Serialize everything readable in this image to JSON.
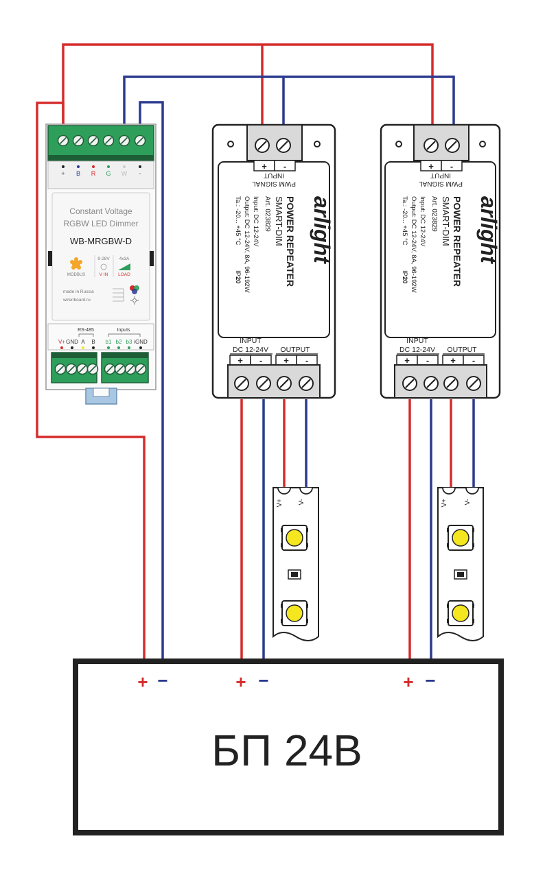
{
  "colors": {
    "positive_wire": "#d52b2b",
    "negative_wire": "#2b3a8f",
    "terminal_green": "#2e9e5b",
    "led_yellow": "#f4e61f",
    "outline": "#222222",
    "terminal_grey": "#d9d9d9"
  },
  "dimmer": {
    "top_terminal_labels": [
      "+",
      "B",
      "R",
      "G",
      "W",
      "-"
    ],
    "title_line1": "Constant Voltage",
    "title_line2": "RGBW LED Dimmer",
    "model": "WB-MRGBW-D",
    "modbus_label": "MODBUS",
    "vin_range": "9-28V",
    "vin_label": "V IN",
    "load_rating": "4x3A",
    "load_label": "LOAD",
    "made_in": "made in Russia",
    "website": "wirenboard.ru",
    "rs485_label": "RS-485",
    "inputs_label": "Inputs",
    "bottom_terminal_labels": [
      "V+",
      "GND",
      "A",
      "B",
      "b1",
      "b2",
      "b3",
      "iGND"
    ]
  },
  "repeaters": [
    {
      "brand": "arlight",
      "product_line1": "POWER REPEATER",
      "product_line2": "SMART-DIM",
      "article": "Art. 023829",
      "spec_input": "Input: DC 12-24V",
      "spec_output": "Output: DC 12-24V, 8A, 96-192W",
      "spec_temp": "Ta.: -20... +45 °C",
      "ip_label": "IP",
      "ip_value": "20",
      "pwm_signal_label": "PWM SIGNAL",
      "input_label_top": "INPUT",
      "top_plus": "+",
      "top_minus": "-",
      "input_label": "INPUT",
      "input_voltage": "DC 12-24V",
      "output_label": "OUTPUT",
      "bottom_signs": [
        "+",
        "-",
        "+",
        "-"
      ]
    },
    {
      "brand": "arlight",
      "product_line1": "POWER REPEATER",
      "product_line2": "SMART-DIM",
      "article": "Art. 023829",
      "spec_input": "Input: DC 12-24V",
      "spec_output": "Output: DC 12-24V, 8A, 96-192W",
      "spec_temp": "Ta.: -20... +45 °C",
      "ip_label": "IP",
      "ip_value": "20",
      "pwm_signal_label": "PWM SIGNAL",
      "input_label_top": "INPUT",
      "top_plus": "+",
      "top_minus": "-",
      "input_label": "INPUT",
      "input_voltage": "DC 12-24V",
      "output_label": "OUTPUT",
      "bottom_signs": [
        "+",
        "-",
        "+",
        "-"
      ]
    }
  ],
  "led_strips": [
    {
      "v_plus": "V+",
      "v_minus": "V-"
    },
    {
      "v_plus": "V+",
      "v_minus": "V-"
    }
  ],
  "power_supply": {
    "label": "БП 24В",
    "terminal_plus": "+",
    "terminal_minus": "−"
  }
}
